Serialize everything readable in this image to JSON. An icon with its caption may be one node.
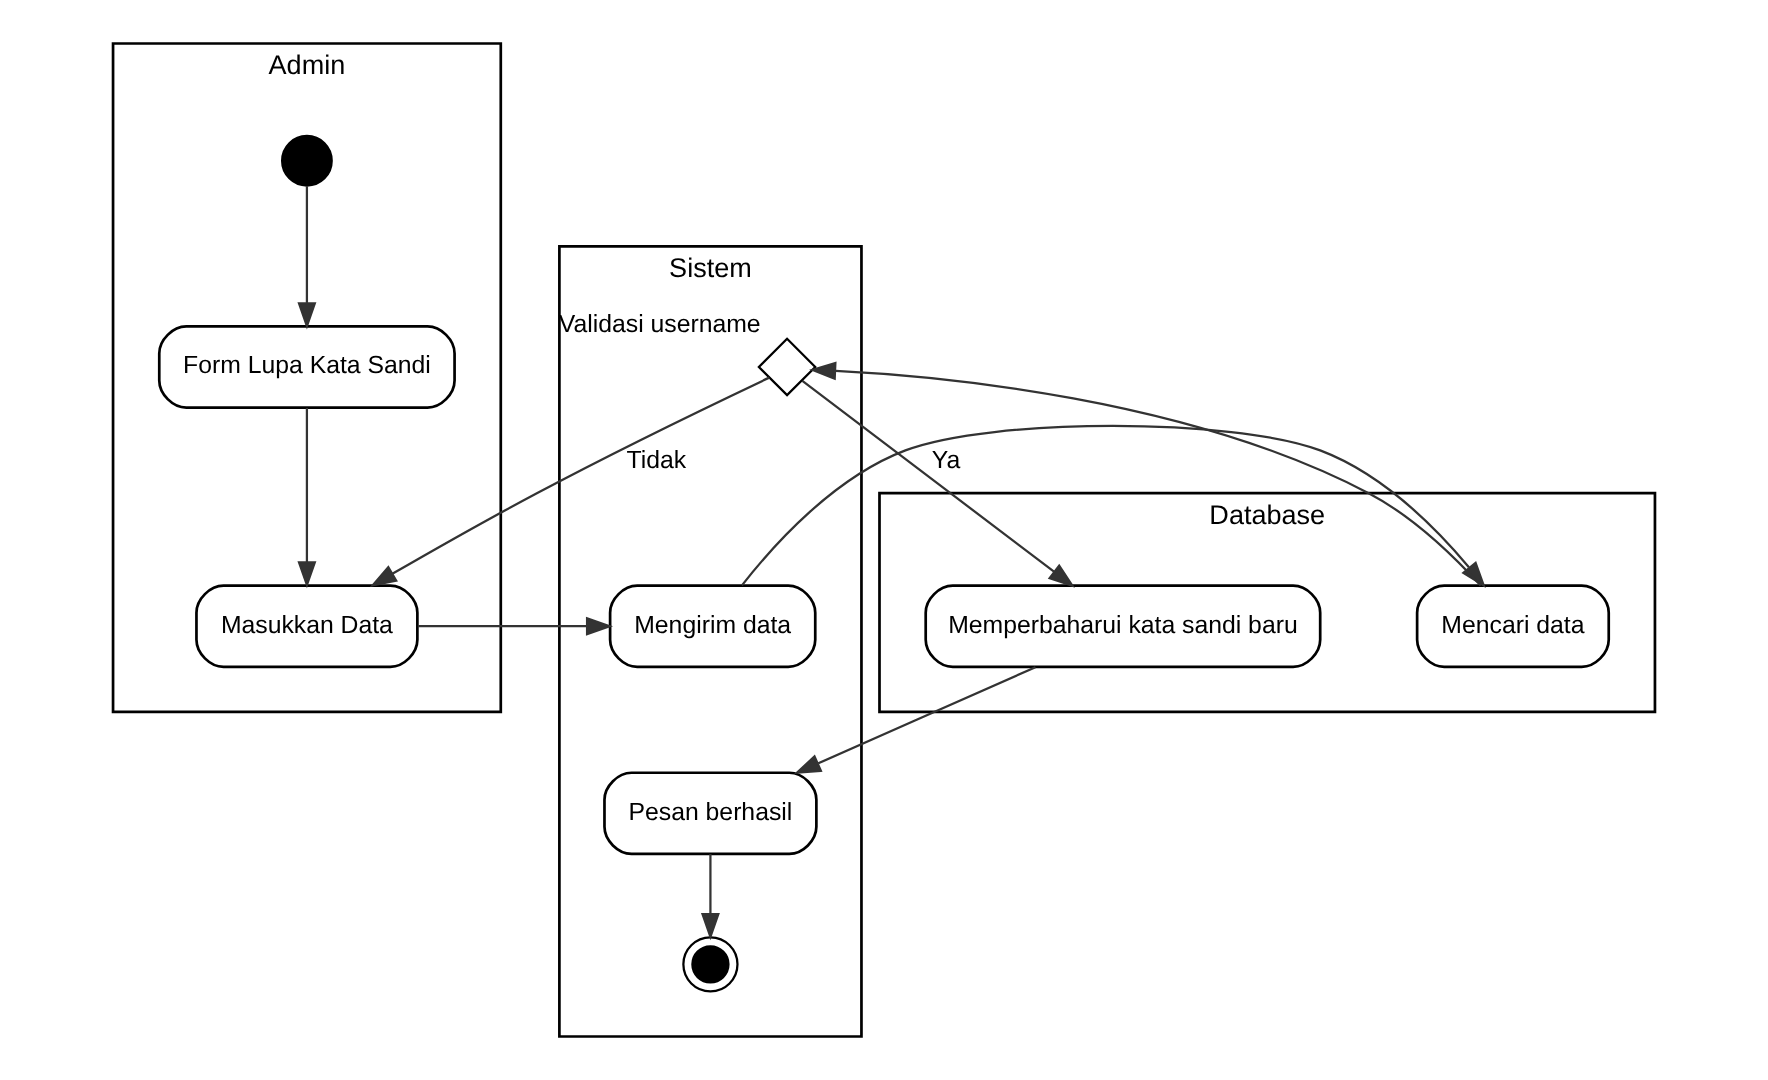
{
  "diagram": {
    "nodes": [
      {
        "text": [
          "Admin"
        ]
      },
      {
        "text": [
          "Sistem"
        ]
      },
      {
        "text": [
          "Database"
        ]
      },
      {
        "text": [],
        "shape": "circle",
        "in": 0
      },
      {
        "text": [
          "Form Lupa Kata Sandi"
        ],
        "in": 0
      },
      {
        "text": [
          "Masukkan Data"
        ],
        "in": 0
      },
      {
        "text": [
          "Mengirim data"
        ],
        "in": 1
      },
      {
        "text": [
          "Mencari data"
        ],
        "in": 2
      },
      {
        "text": [],
        "shape": "diamond",
        "beside": [
          "Validasi username"
        ],
        "in": 1
      },
      {
        "text": [
          "Memperbaharui kata sandi baru"
        ],
        "in": 2
      },
      {
        "text": [
          "Pesan berhasil"
        ],
        "in": 1
      },
      {
        "text": [],
        "shape": "circle",
        "in": 1
      }
    ],
    "edges": [
      {
        "from": 3,
        "to": 4,
        "arrow": "to"
      },
      {
        "from": 4,
        "to": 5,
        "arrow": "to"
      },
      {
        "from": 5,
        "to": 6,
        "arrow": "to"
      },
      {
        "from": 6,
        "to": 7,
        "arrow": "to"
      },
      {
        "from": 7,
        "to": 8,
        "arrow": "to"
      },
      {
        "from": 8,
        "to": 5,
        "arrow": "to",
        "label": "Tidak"
      },
      {
        "from": 8,
        "to": 9,
        "arrow": "to",
        "label": "Ya"
      },
      {
        "from": 9,
        "to": 10,
        "arrow": "to"
      },
      {
        "from": 10,
        "to": 11,
        "arrow": "to"
      }
    ]
  }
}
